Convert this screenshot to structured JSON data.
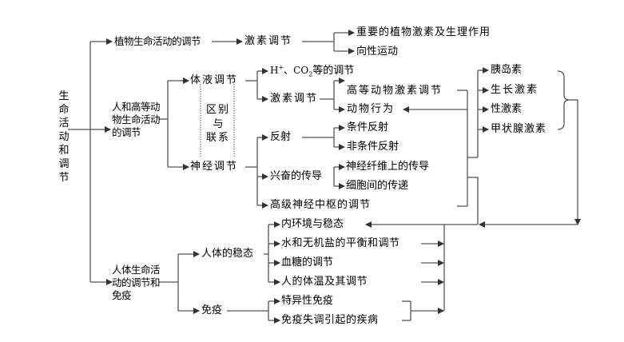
{
  "diagram": {
    "root": "生命活动和调节",
    "plant": {
      "label": "植物生命活动的调节",
      "hormone_regulation": "激素调节",
      "children": [
        "重要的植物激素及生理作用",
        "向性运动"
      ]
    },
    "animal": {
      "label": "人和高等动物生命活动的调节",
      "humoral": {
        "label": "体液调节",
        "h_co2_prefix": "H",
        "h_co2_sup": "+",
        "h_co2_mid": "、CO",
        "h_co2_sub": "2",
        "h_co2_suffix": "等的调节",
        "hormone_regulation": "激素调节",
        "hormone_children": [
          "高等动物激素调节",
          "动物行为"
        ]
      },
      "difference": [
        "区别",
        "与",
        "联系"
      ],
      "neural": {
        "label": "神经调节",
        "reflex": "反射",
        "reflex_children": [
          "条件反射",
          "非条件反射"
        ],
        "excitation": "兴奋的传导",
        "excitation_children": [
          "神经纤维上的传导",
          "细胞间的传递"
        ],
        "higher_center": "高级神经中枢的调节"
      },
      "hormones": [
        "胰岛素",
        "生长激素",
        "性激素",
        "甲状腺激素"
      ]
    },
    "human": {
      "label": "人体生命活动的调节和免疫",
      "homeostasis": {
        "label": "人体的稳态",
        "children": [
          "内环境与稳态",
          "水和无机盐的平衡和调节",
          "血糖的调节",
          "人的体温及其调节"
        ]
      },
      "immunity": {
        "label": "免疫",
        "children": [
          "特异性免疫",
          "免疫失调引起的疾病"
        ]
      }
    },
    "colors": {
      "line": "#4a4a4a",
      "text": "#000000",
      "background": "#ffffff"
    }
  }
}
